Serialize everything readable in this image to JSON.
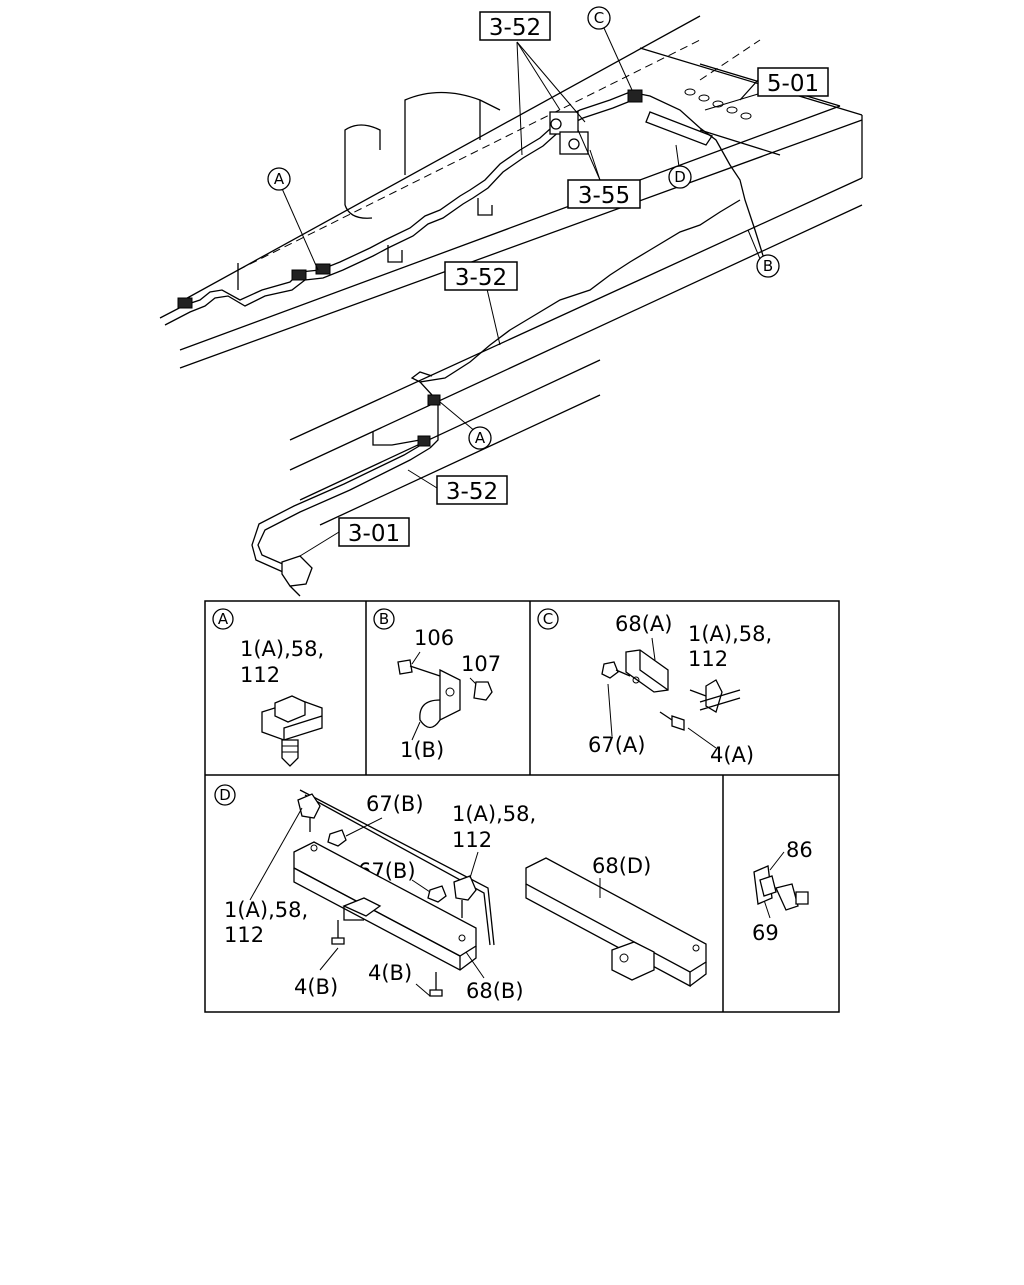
{
  "callouts": {
    "ref_3_52_top": "3-52",
    "ref_3_55": "3-55",
    "ref_5_01": "5-01",
    "ref_3_52_mid": "3-52",
    "ref_3_52_low": "3-52",
    "ref_3_01": "3-01",
    "circle_a_1": "A",
    "circle_a_2": "A",
    "circle_b": "B",
    "circle_c": "C",
    "circle_d": "D"
  },
  "panels": {
    "a": {
      "key": "A",
      "line1": "1(A),58,",
      "line2": "112"
    },
    "b": {
      "key": "B",
      "part_106": "106",
      "part_107": "107",
      "part_1b": "1(B)"
    },
    "c": {
      "key": "C",
      "part_68a": "68(A)",
      "line1": "1(A),58,",
      "line2": "112",
      "part_67a": "67(A)",
      "part_4a": "4(A)"
    },
    "d": {
      "key": "D",
      "part_67b_1": "67(B)",
      "line1_r": "1(A),58,",
      "line2_r": "112",
      "part_67b_2": "67(B)",
      "line1_l": "1(A),58,",
      "line2_l": "112",
      "part_4b_1": "4(B)",
      "part_4b_2": "4(B)",
      "part_68b": "68(B)",
      "part_68d": "68(D)"
    },
    "e": {
      "part_86": "86",
      "part_69": "69"
    }
  }
}
